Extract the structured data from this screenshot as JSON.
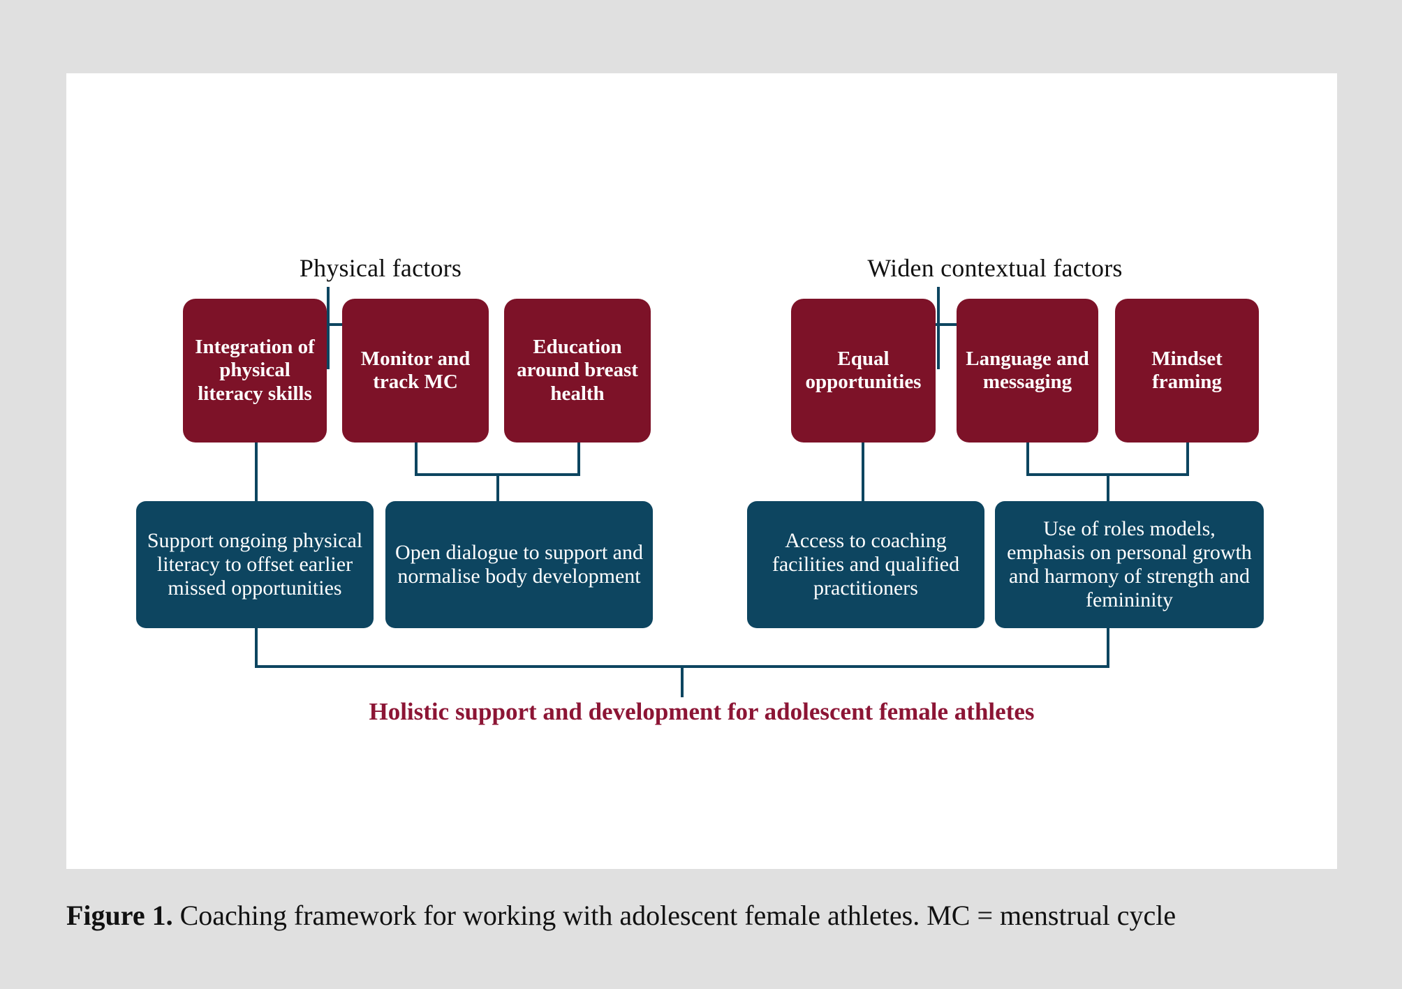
{
  "figure": {
    "caption_label": "Figure 1.",
    "caption_text": " Coaching framework for working with adolescent female athletes. MC = menstrual cycle"
  },
  "colors": {
    "page_background": "#e0e0e0",
    "panel_background": "#ffffff",
    "primary_node": "#7d1228",
    "secondary_node": "#0d4560",
    "connector": "#0d4560",
    "summary_text": "#8c1535",
    "node_text": "#ffffff"
  },
  "diagram": {
    "groups": [
      {
        "id": "physical",
        "heading": "Physical factors",
        "primary_nodes": [
          {
            "id": "integration-physical-literacy",
            "label": "Integration of physical literacy skills"
          },
          {
            "id": "monitor-track-mc",
            "label": "Monitor and track MC"
          },
          {
            "id": "education-breast-health",
            "label": "Education around breast health"
          }
        ],
        "secondary_nodes": [
          {
            "id": "support-ongoing-physical-literacy",
            "label": "Support ongoing physical literacy to offset earlier missed opportunities"
          },
          {
            "id": "open-dialogue-body-development",
            "label": "Open dialogue to support and normalise body development"
          }
        ]
      },
      {
        "id": "contextual",
        "heading": "Widen contextual factors",
        "primary_nodes": [
          {
            "id": "equal-opportunities",
            "label": "Equal opportunities"
          },
          {
            "id": "language-messaging",
            "label": "Language and messaging"
          },
          {
            "id": "mindset-framing",
            "label": "Mindset framing"
          }
        ],
        "secondary_nodes": [
          {
            "id": "access-coaching-facilities",
            "label": "Access to coaching facilities and qualified practitioners"
          },
          {
            "id": "use-of-role-models",
            "label": "Use of roles models, emphasis on personal growth and harmony of strength and femininity"
          }
        ]
      }
    ],
    "summary": "Holistic support and development for adolescent female athletes"
  }
}
